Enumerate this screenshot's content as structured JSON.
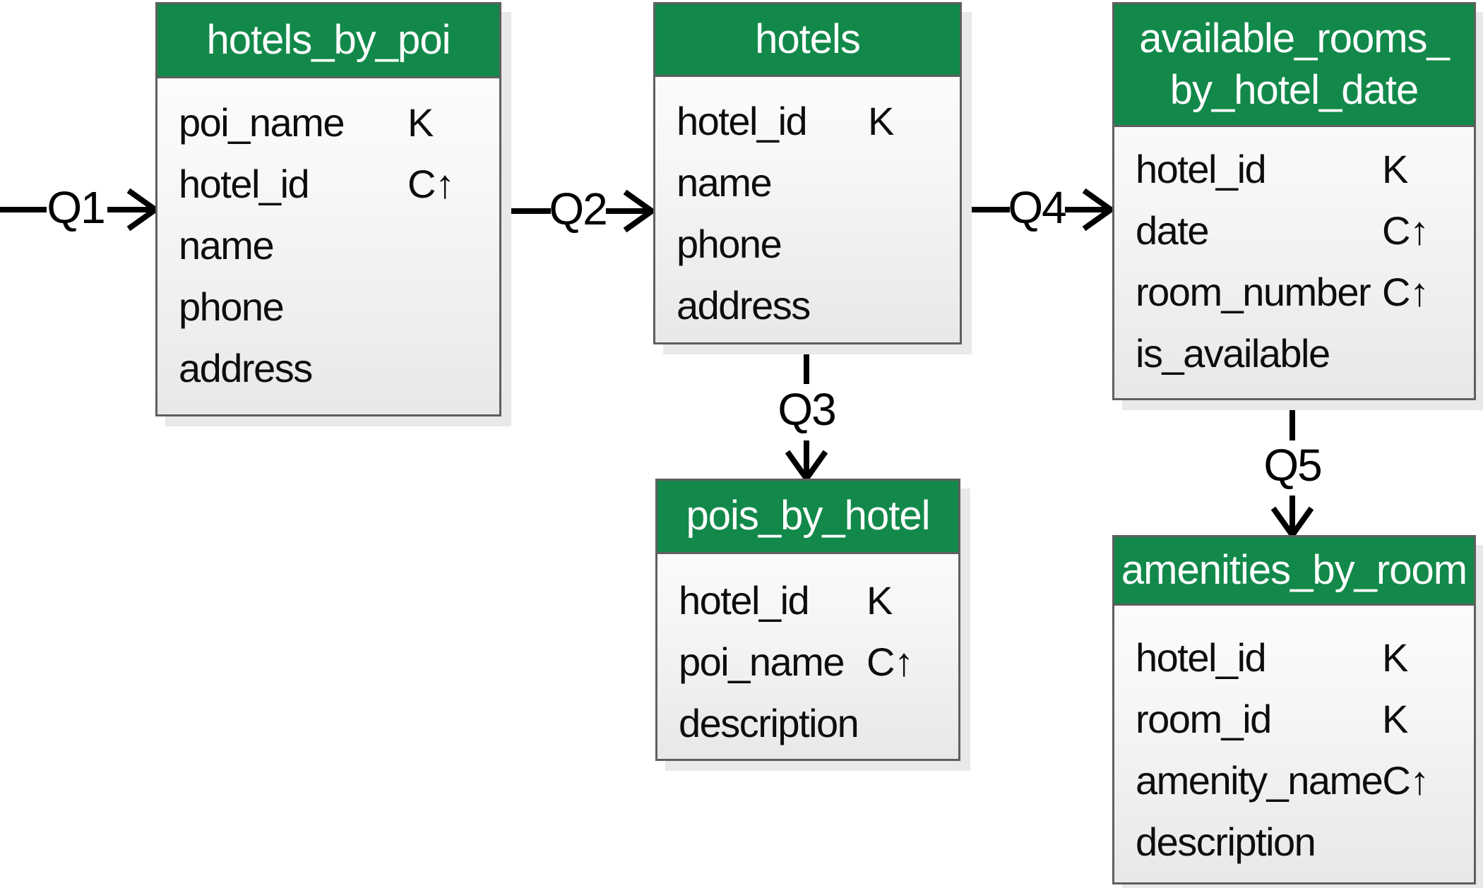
{
  "colors": {
    "header_bg": "#12894a",
    "header_text": "#ffffff",
    "body_text": "#0d0d0d",
    "border": "#5f5f5f",
    "arrow": "#000000"
  },
  "tables": [
    {
      "title_lines": [
        "hotels_by_poi"
      ],
      "columns": [
        {
          "name": "poi_name",
          "key": "K"
        },
        {
          "name": "hotel_id",
          "key": "C↑"
        },
        {
          "name": "name",
          "key": ""
        },
        {
          "name": "phone",
          "key": ""
        },
        {
          "name": "address",
          "key": ""
        }
      ]
    },
    {
      "title_lines": [
        "hotels"
      ],
      "columns": [
        {
          "name": "hotel_id",
          "key": "K"
        },
        {
          "name": "name",
          "key": ""
        },
        {
          "name": "phone",
          "key": ""
        },
        {
          "name": "address",
          "key": ""
        }
      ]
    },
    {
      "title_lines": [
        "available_rooms_",
        "by_hotel_date"
      ],
      "columns": [
        {
          "name": "hotel_id",
          "key": "K"
        },
        {
          "name": "date",
          "key": "C↑"
        },
        {
          "name": "room_number",
          "key": "C↑"
        },
        {
          "name": "is_available",
          "key": ""
        }
      ]
    },
    {
      "title_lines": [
        "pois_by_hotel"
      ],
      "columns": [
        {
          "name": "hotel_id",
          "key": "K"
        },
        {
          "name": "poi_name",
          "key": "C↑"
        },
        {
          "name": "description",
          "key": ""
        }
      ]
    },
    {
      "title_lines": [
        "amenities_by_room"
      ],
      "columns": [
        {
          "name": "hotel_id",
          "key": "K"
        },
        {
          "name": "room_id",
          "key": "K"
        },
        {
          "name": "amenity_name",
          "key": "C↑"
        },
        {
          "name": "description",
          "key": ""
        }
      ]
    }
  ],
  "queries": [
    {
      "label": "Q1"
    },
    {
      "label": "Q2"
    },
    {
      "label": "Q3"
    },
    {
      "label": "Q4"
    },
    {
      "label": "Q5"
    }
  ]
}
